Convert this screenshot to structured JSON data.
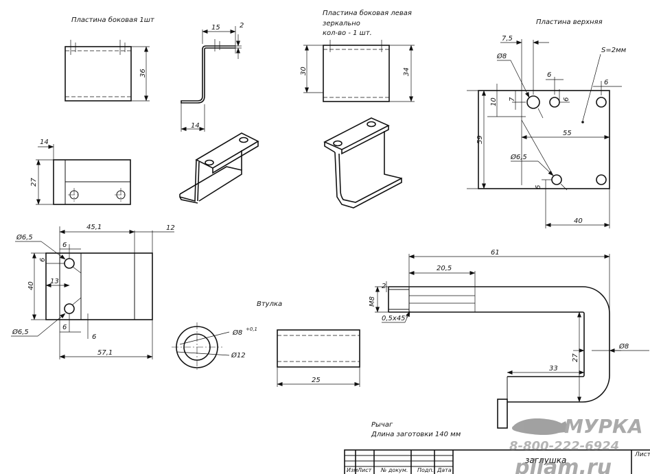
{
  "drawing": {
    "labels": {
      "side_plate": "Пластина боковая 1шт",
      "side_plate_left_1": "Пластина боковая левая",
      "side_plate_left_2": "зеркально",
      "side_plate_left_3": "кол-во - 1 шт.",
      "top_plate": "Пластина верхняя",
      "thickness": "S=2мм",
      "bushing": "Втулка",
      "lever_1": "Рычаг",
      "lever_2": "Длина заготовки 140 мм",
      "plug": "заглушка"
    },
    "dimensions": {
      "sp_h": "36",
      "sp_top_w": "15",
      "sp_top_t": "2",
      "sp_bottom": "14",
      "sp2_h_left": "30",
      "sp2_h_right": "34",
      "sv_off": "14",
      "sv_h": "27",
      "tp_75": "7,5",
      "tp_d8": "Ø8",
      "tp_6a": "6",
      "tp_6b": "6",
      "tp_6c": "6",
      "tp_10": "10",
      "tp_7": "7",
      "tp_59": "59",
      "tp_55": "55",
      "tp_d65": "Ø6,5",
      "tp_6d": "6",
      "tp_40": "40",
      "bp_451": "45,1",
      "bp_12": "12",
      "bp_d65a": "Ø6,5",
      "bp_6a": "6",
      "bp_6b": "6",
      "bp_40": "40",
      "bp_13": "13",
      "bp_d65b": "Ø6,5",
      "bp_6c": "6",
      "bp_6d": "6",
      "bp_571": "57,1",
      "bu_d8": "Ø8",
      "bu_tol": "+0,1",
      "bu_d12": "Ø12",
      "bu_25": "25",
      "lv_61": "61",
      "lv_205": "20,5",
      "lv_2": "2",
      "lv_m8": "M8",
      "lv_ch": "0,5x45°",
      "lv_33": "33",
      "lv_27": "27",
      "lv_d8": "Ø8"
    },
    "title_block": {
      "cols": [
        "Изм",
        "Лист",
        "№ докум.",
        "Подп.",
        "Дата"
      ],
      "sheet": "Лист"
    },
    "watermark": {
      "brand": "МУРКА",
      "phone": "8-800-222-6924",
      "site": "pilam.ru"
    }
  }
}
